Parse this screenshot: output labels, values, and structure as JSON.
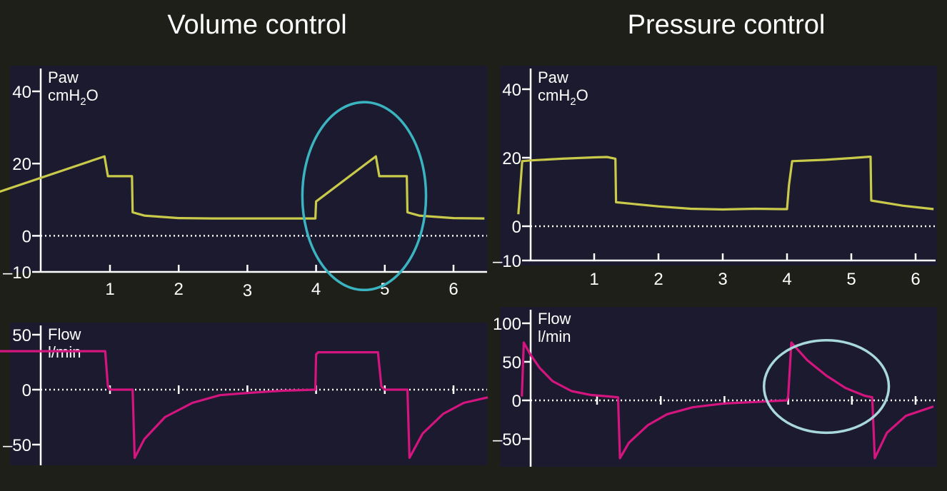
{
  "titles": {
    "volume": "Volume control",
    "pressure": "Pressure control"
  },
  "colors": {
    "background": "#1f1f1a",
    "panel": "#1b1a2e",
    "pressure_trace": "#c9c94a",
    "flow_trace": "#d4157f",
    "axis": "#ffffff",
    "highlight_volume": "#3bb4c1",
    "highlight_pressure": "#a8d8dc"
  },
  "chart_data": [
    {
      "id": "vc-pressure",
      "type": "line",
      "ylabel": "Paw",
      "yunit_main": "cmH",
      "yunit_sub": "2",
      "yunit_tail": "O",
      "xlim": [
        -1.0,
        6.5
      ],
      "ylim": [
        -10,
        45
      ],
      "yticks": [
        -10,
        0,
        20,
        40
      ],
      "ytick_labels": [
        "–10",
        "0",
        "20",
        "40"
      ],
      "xticks": [
        1,
        2,
        3,
        4,
        5,
        6
      ],
      "xtick_labels": [
        "1",
        "2",
        "3",
        "4",
        "5",
        "6"
      ],
      "zero_line": true,
      "series": [
        {
          "x": [
            -1.0,
            -0.95,
            0.92,
            0.97,
            1.32,
            1.33,
            1.5,
            2.0,
            2.5,
            3.0,
            3.5,
            3.99,
            4.0,
            4.87,
            4.92,
            5.32,
            5.33,
            5.5,
            6.0,
            6.45
          ],
          "y": [
            9.5,
            10,
            22,
            16.5,
            16.5,
            6.5,
            5.6,
            4.9,
            4.8,
            4.8,
            4.8,
            4.8,
            9.5,
            22,
            16.5,
            16.5,
            6.5,
            5.6,
            4.9,
            4.8
          ]
        }
      ],
      "highlight": {
        "shape": "circle",
        "cx": 4.7,
        "cy": 11,
        "rx": 0.9,
        "ry": 26
      }
    },
    {
      "id": "vc-flow",
      "type": "line",
      "ylabel": "Flow",
      "yunit_main": "l/min",
      "xlim": [
        -1.0,
        6.5
      ],
      "ylim": [
        -70,
        60
      ],
      "yticks": [
        -50,
        0,
        50
      ],
      "ytick_labels": [
        "–50",
        "0",
        "50"
      ],
      "xticks": [
        1,
        2,
        3,
        4,
        5,
        6
      ],
      "zero_line": true,
      "series": [
        {
          "x": [
            -1.0,
            0.93,
            0.97,
            1.0,
            1.33,
            1.36,
            1.5,
            1.8,
            2.2,
            2.6,
            3.0,
            3.5,
            3.99,
            4.0,
            4.03,
            4.9,
            4.95,
            5.0,
            5.33,
            5.36,
            5.55,
            5.85,
            6.15,
            6.5
          ],
          "y": [
            35,
            35,
            3,
            0,
            0,
            -62,
            -45,
            -25,
            -12,
            -5,
            -3,
            -1,
            0,
            32,
            34,
            34,
            3,
            0,
            0,
            -62,
            -40,
            -22,
            -12,
            -7
          ]
        }
      ]
    },
    {
      "id": "pc-pressure",
      "type": "line",
      "ylabel": "Paw",
      "yunit_main": "cmH",
      "yunit_sub": "2",
      "yunit_tail": "O",
      "xlim": [
        -0.2,
        6.3
      ],
      "ylim": [
        -10,
        45
      ],
      "yticks": [
        -10,
        0,
        20,
        40
      ],
      "ytick_labels": [
        "–10",
        "0",
        "20",
        "40"
      ],
      "xticks": [
        1,
        2,
        3,
        4,
        5,
        6
      ],
      "xtick_labels": [
        "1",
        "2",
        "3",
        "4",
        "5",
        "6"
      ],
      "zero_line": true,
      "series": [
        {
          "x": [
            -0.18,
            -0.12,
            0.0,
            0.5,
            1.0,
            1.2,
            1.33,
            1.34,
            2.0,
            2.5,
            3.0,
            3.5,
            3.9,
            4.0,
            4.03,
            4.08,
            4.6,
            5.0,
            5.28,
            5.3,
            5.31,
            5.8,
            6.28
          ],
          "y": [
            3.5,
            19,
            19.2,
            19.7,
            20.1,
            20.2,
            19.7,
            7,
            5.8,
            5.1,
            4.9,
            5.1,
            5.0,
            5.0,
            12,
            19,
            19.4,
            19.9,
            20.3,
            20.3,
            7.5,
            6,
            5
          ]
        }
      ]
    },
    {
      "id": "pc-flow",
      "type": "line",
      "ylabel": "Flow",
      "yunit_main": "l/min",
      "xlim": [
        -0.2,
        6.3
      ],
      "ylim": [
        -85,
        120
      ],
      "yticks": [
        -50,
        0,
        50,
        100
      ],
      "ytick_labels": [
        "–50",
        "0",
        "50",
        "100"
      ],
      "xticks": [
        1,
        2,
        3,
        4,
        5,
        6
      ],
      "zero_line": true,
      "series": [
        {
          "x": [
            -0.18,
            -0.15,
            -0.05,
            0.1,
            0.3,
            0.6,
            0.9,
            1.2,
            1.33,
            1.36,
            1.5,
            1.8,
            2.1,
            2.5,
            3.0,
            3.5,
            3.98,
            4.0,
            4.05,
            4.3,
            4.6,
            4.9,
            5.2,
            5.32,
            5.36,
            5.55,
            5.85,
            6.28
          ],
          "y": [
            5,
            75,
            60,
            42,
            25,
            12,
            7,
            5,
            4,
            -75,
            -55,
            -32,
            -18,
            -9,
            -4,
            -2,
            0,
            5,
            75,
            52,
            32,
            16,
            6,
            4,
            -75,
            -42,
            -20,
            -8
          ]
        }
      ],
      "highlight": {
        "shape": "circle",
        "cx": 4.6,
        "cy": 18,
        "rx": 0.98,
        "ry": 60
      }
    }
  ]
}
